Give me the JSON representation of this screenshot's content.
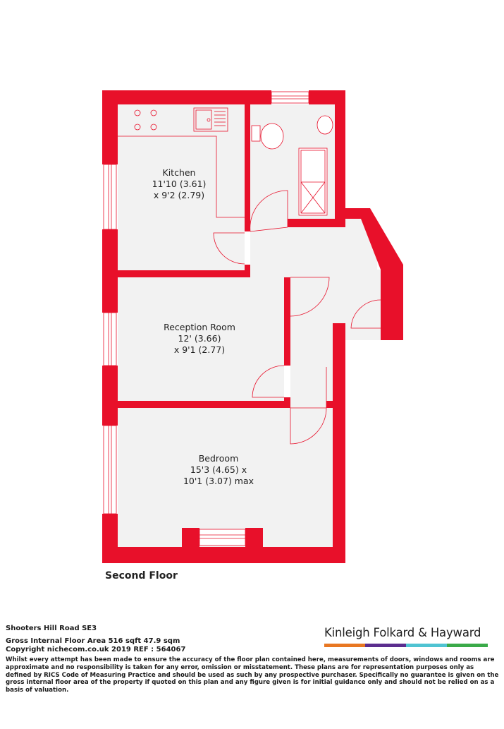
{
  "plan": {
    "floor_label": "Second Floor",
    "wall_color": "#e8102a",
    "floor_color": "#f2f2f2",
    "rooms": [
      {
        "name": "Kitchen",
        "dim1": "11'10 (3.61)",
        "dim2": "x 9'2 (2.79)"
      },
      {
        "name": "Reception Room",
        "dim1": "12' (3.66)",
        "dim2": "x 9'1 (2.77)"
      },
      {
        "name": "Bedroom",
        "dim1": "15'3 (4.65) x",
        "dim2": "10'1 (3.07) max"
      }
    ]
  },
  "footer": {
    "address": "Shooters Hill Road  SE3",
    "area": "Gross Internal Floor Area 516 sqft 47.9 sqm",
    "copyright": "Copyright nichecom.co.uk 2019 REF : 564067",
    "disclaimer": "Whilst every attempt has been made to ensure the accuracy of the floor plan contained here, measurements of doors, windows and rooms are approximate and no responsibility is taken for any error, omission or misstatement.  These plans are for representation purposes only as defined by RICS Code of Measuring Practice and should be used as such by any prospective purchaser.  Specifically no guarantee is given on the gross internal floor area of the property if quoted on this plan and any figure given is for initial guidance only and should not be relied on as a basis of valuation."
  },
  "brand": {
    "name": "Kinleigh Folkard & Hayward",
    "bar_colors": [
      "#e87722",
      "#5b2d8e",
      "#4fc3d2",
      "#3aaa49"
    ]
  }
}
